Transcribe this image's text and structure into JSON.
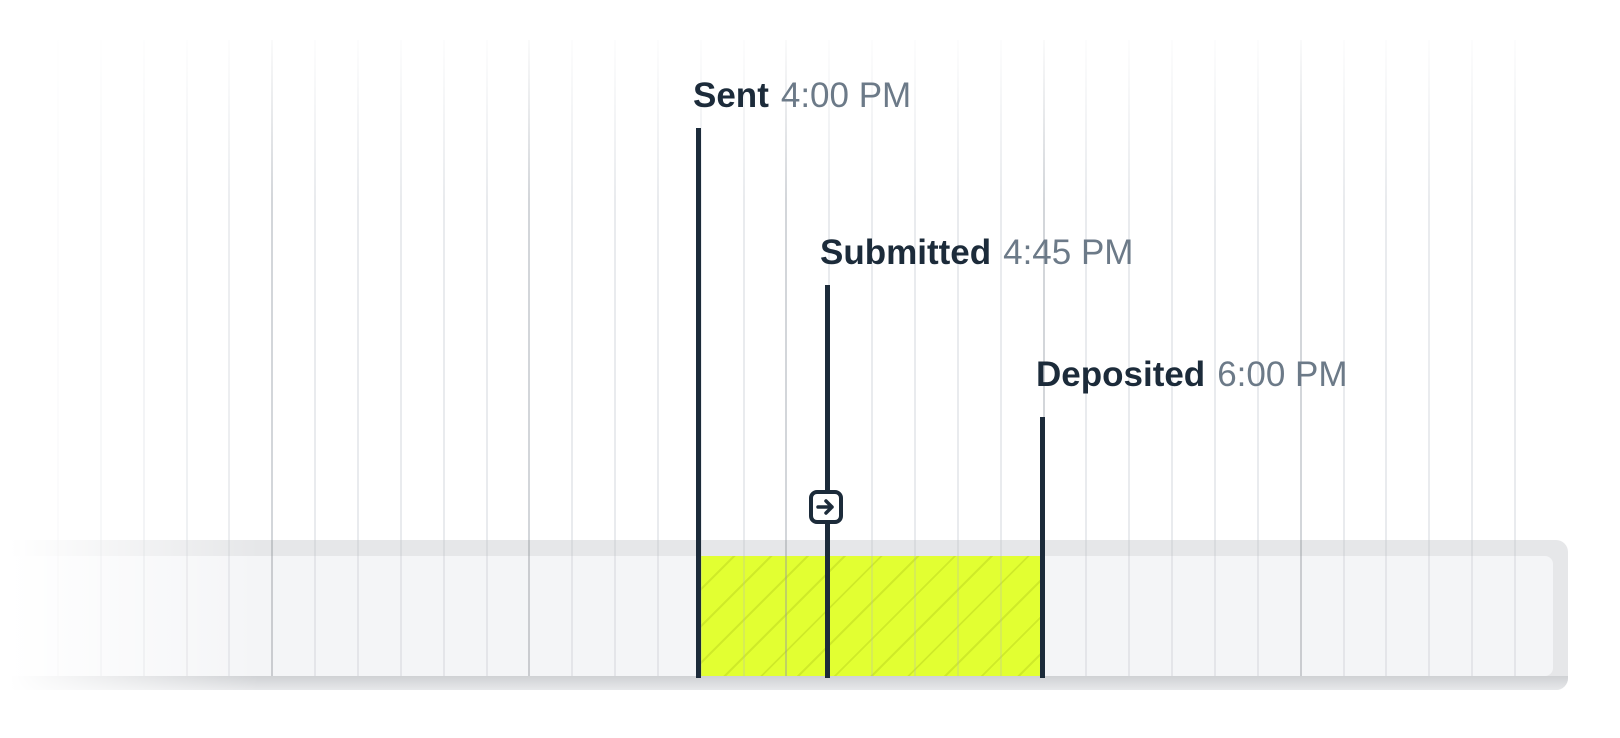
{
  "events": [
    {
      "label": "Sent",
      "time": "4:00 PM"
    },
    {
      "label": "Submitted",
      "time": "4:45 PM"
    },
    {
      "label": "Deposited",
      "time": "6:00 PM"
    }
  ],
  "colors": {
    "highlight": "#e2ff32",
    "marker": "#1c2b3a",
    "time_text": "#6c7a88"
  },
  "icons": {
    "transfer": "arrow-right-icon"
  }
}
